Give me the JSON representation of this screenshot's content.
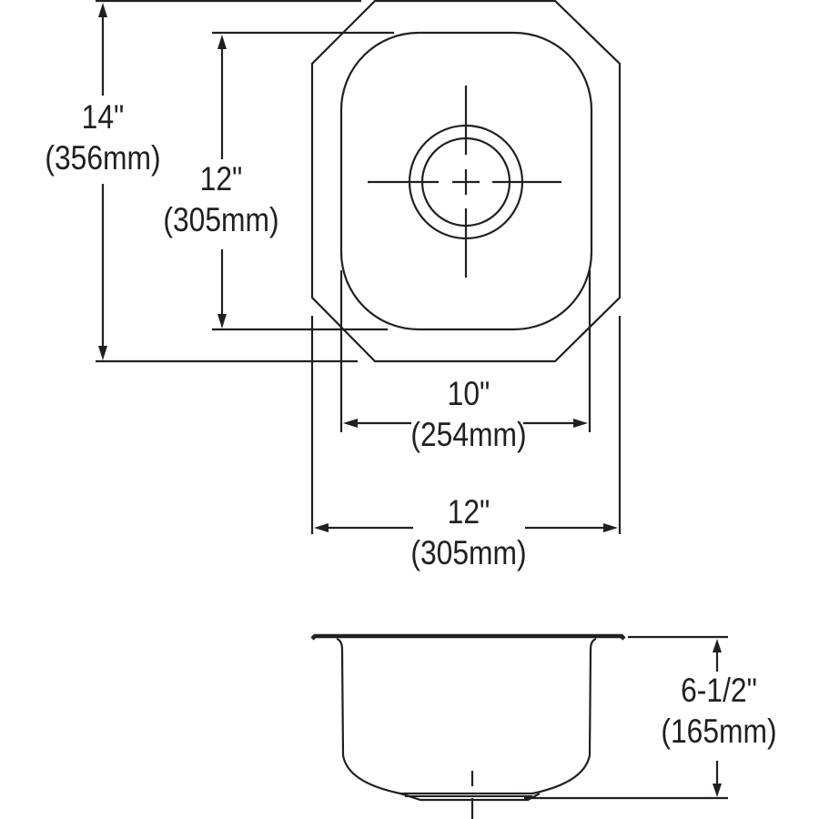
{
  "diagram": {
    "title": "Single bowl undermount sink dimension drawing",
    "views": [
      "top-view",
      "side-view"
    ],
    "line_color": "#231f20",
    "background": "#ffffff"
  },
  "dimensions": {
    "overall_length": {
      "imperial": "14\"",
      "metric": "(356mm)",
      "axis": "vertical",
      "view": "top"
    },
    "bowl_length": {
      "imperial": "12\"",
      "metric": "(305mm)",
      "axis": "vertical",
      "view": "top"
    },
    "bowl_width": {
      "imperial": "10\"",
      "metric": "(254mm)",
      "axis": "horizontal",
      "view": "top"
    },
    "overall_width": {
      "imperial": "12\"",
      "metric": "(305mm)",
      "axis": "horizontal",
      "view": "top"
    },
    "bowl_depth": {
      "imperial": "6-1/2\"",
      "metric": "(165mm)",
      "axis": "vertical",
      "view": "side"
    }
  },
  "features": {
    "drain": {
      "label": "drain-opening",
      "position": "center"
    },
    "outline_shape": "octagonal flange with rounded rectangular bowl"
  }
}
